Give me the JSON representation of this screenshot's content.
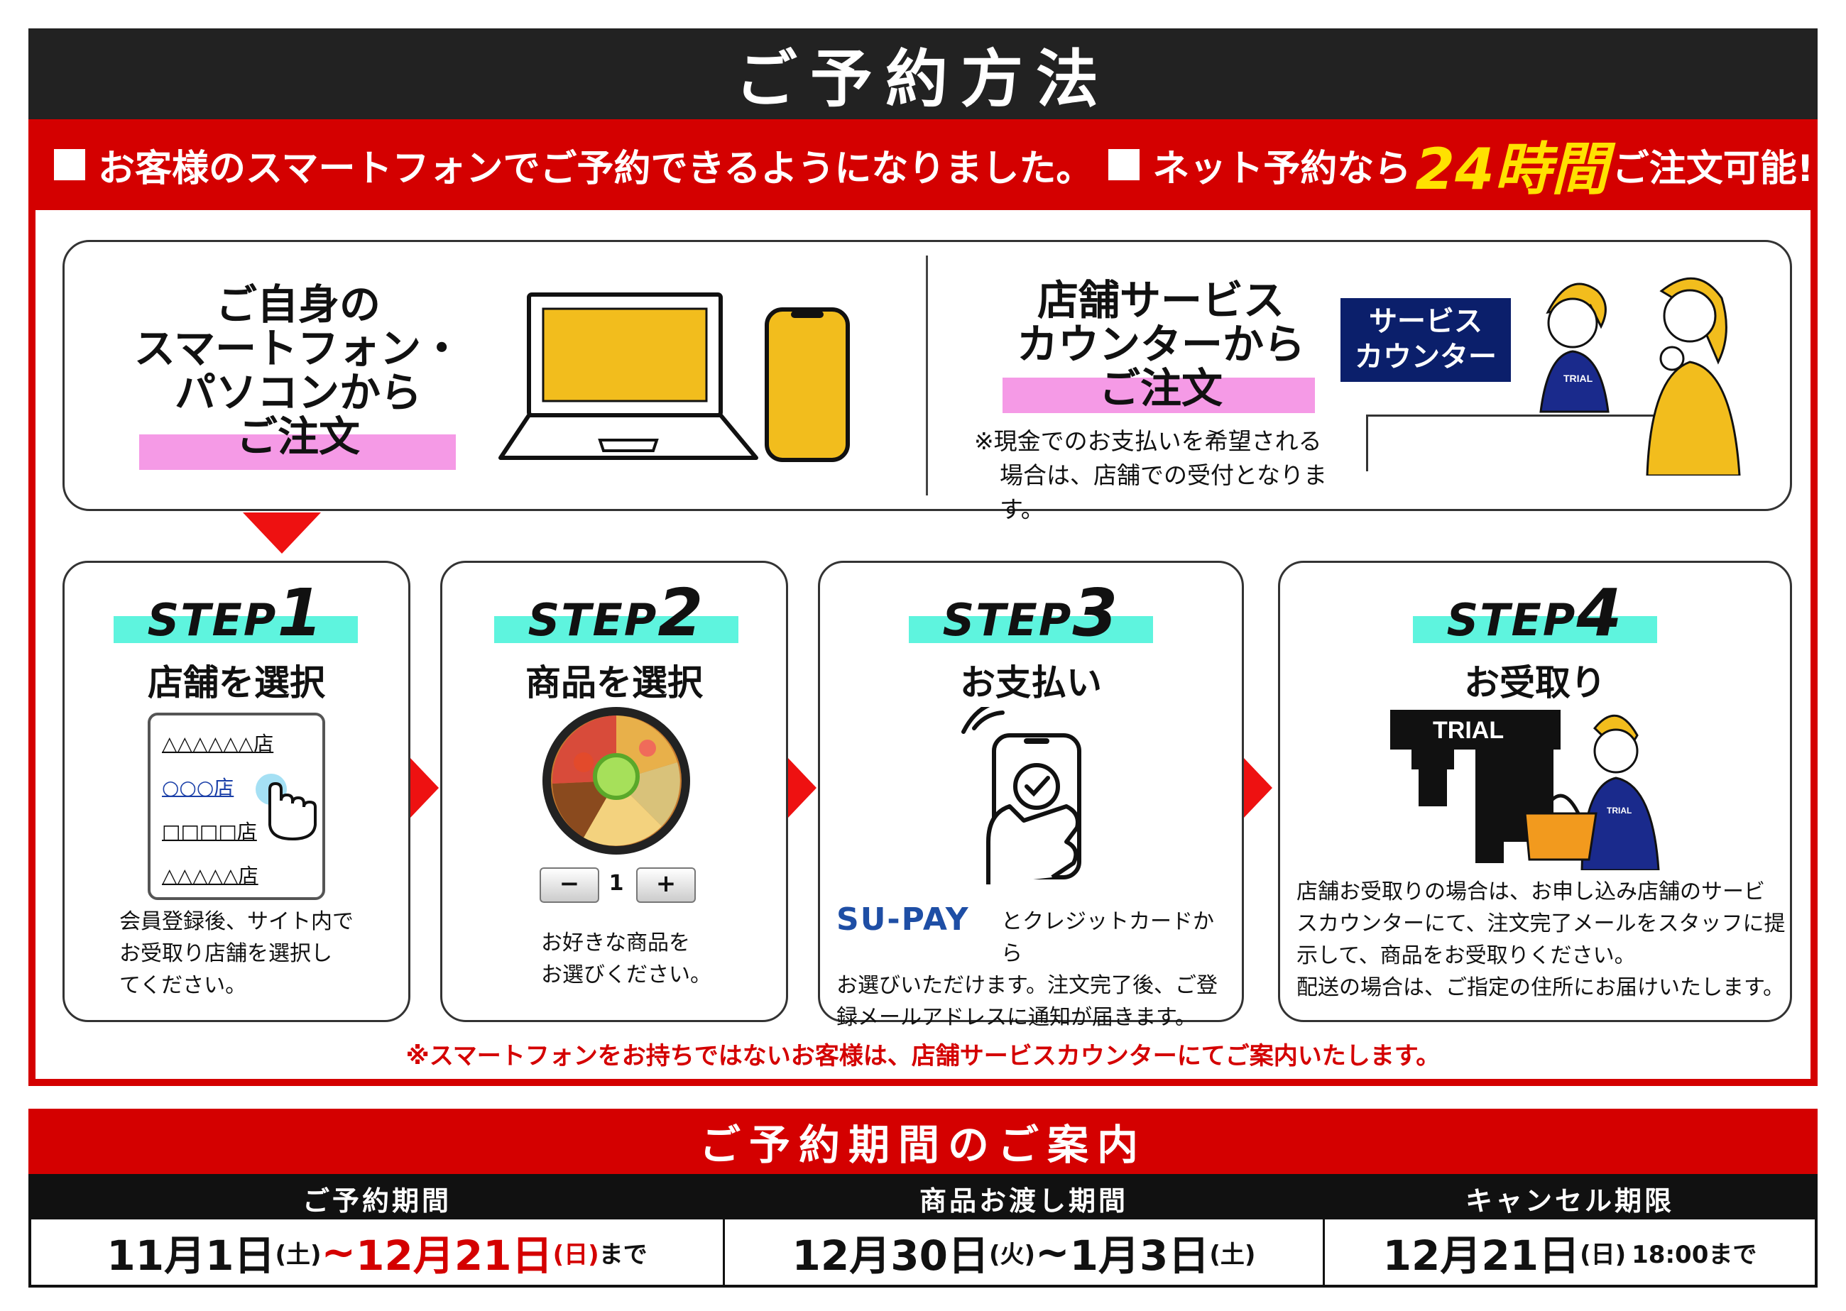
{
  "header": {
    "title": "ご予約方法"
  },
  "subheader": {
    "part1": "お客様のスマートフォンでご予約できるようになりました。",
    "part2_pre": "ネット予約なら",
    "part2_hl": "24時間",
    "part2_post": "ご注文可能!"
  },
  "methods": {
    "online": {
      "line1": "ご自身の",
      "line2": "スマートフォン・",
      "line3": "パソコンから",
      "line4": "ご注文"
    },
    "store": {
      "line1": "店舗サービス",
      "line2": "カウンターから",
      "line3": "ご注文",
      "badge1": "サービス",
      "badge2": "カウンター",
      "note1": "※現金でのお支払いを希望される",
      "note2": "場合は、店舗での受付となります。",
      "apron_text": "TRIAL"
    }
  },
  "steps": [
    {
      "label": "STEP",
      "num": "1",
      "title": "店舗を選択",
      "list": [
        "△△△△△△店",
        "○○○店",
        "□□□□店",
        "△△△△△店"
      ],
      "desc": [
        "会員登録後、サイト内で",
        "お受取り店舗を選択し",
        "てください。"
      ]
    },
    {
      "label": "STEP",
      "num": "2",
      "title": "商品を選択",
      "qty": {
        "minus": "−",
        "value": "1",
        "plus": "+"
      },
      "desc": [
        "お好きな商品を",
        "お選びください。"
      ]
    },
    {
      "label": "STEP",
      "num": "3",
      "title": "お支払い",
      "brand": "SU-PAY",
      "desc": [
        "とクレジットカードから",
        "お選びいただけます。注文完了後、ご登",
        "録メールアドレスに通知が届きます。"
      ]
    },
    {
      "label": "STEP",
      "num": "4",
      "title": "お受取り",
      "store_sign": "TRIAL",
      "apron_text": "TRIAL",
      "desc": [
        "店舗お受取りの場合は、お申し込み店舗のサービ",
        "スカウンターにて、注文完了メールをスタッフに提",
        "示して、商品をお受取りください。",
        "配送の場合は、ご指定の住所にお届けいたします。"
      ]
    }
  ],
  "warning": "※スマートフォンをお持ちではないお客様は、店舗サービスカウンターにてご案内いたします。",
  "period": {
    "title": "ご予約期間のご案内",
    "columns": [
      {
        "head": "ご予約期間",
        "a": "11月1日",
        "a_day": "(土)",
        "sep": "~",
        "b": "12月21日",
        "b_day": "(日)",
        "tail": "まで"
      },
      {
        "head": "商品お渡し期間",
        "a": "12月30日",
        "a_day": "(火)",
        "sep": "~",
        "b": "1月3日",
        "b_day": "(土)",
        "tail": ""
      },
      {
        "head": "キャンセル期限",
        "a": "12月21日",
        "a_day": "(日)",
        "sep": "",
        "b": "18:00まで",
        "b_day": "",
        "tail": ""
      }
    ]
  },
  "colors": {
    "red": "#d40000",
    "dark": "#222222",
    "yellow": "#ffe100",
    "mint": "#5ef4de",
    "pink": "#f59ae6",
    "navy": "#0b1f6b",
    "gold": "#f2bd1d"
  }
}
